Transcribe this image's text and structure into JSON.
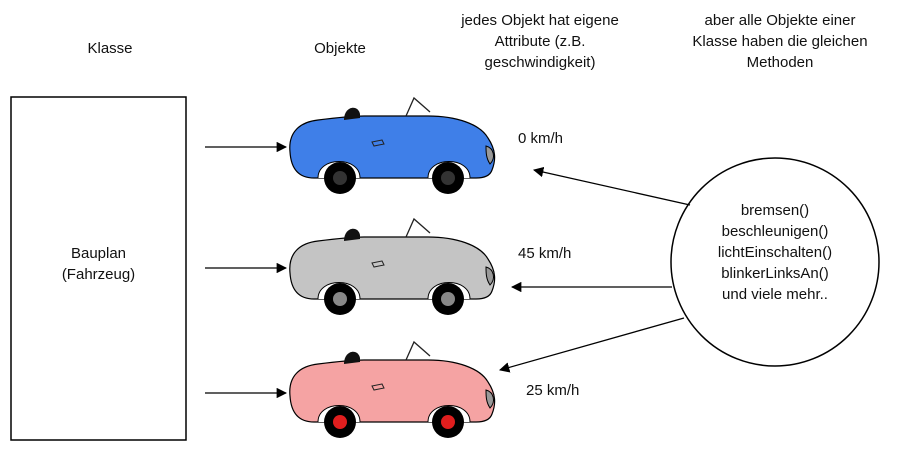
{
  "headers": {
    "klasse": "Klasse",
    "objekte": "Objekte",
    "attribute": [
      "jedes Objekt hat eigene",
      "Attribute (z.B.",
      "geschwindigkeit)"
    ],
    "methoden": [
      "aber alle Objekte einer",
      "Klasse haben die gleichen",
      "Methoden"
    ]
  },
  "class_box": {
    "lines": [
      "Bauplan",
      "(Fahrzeug)"
    ]
  },
  "cars": [
    {
      "speed": "0 km/h",
      "color": "#3f7fe8",
      "hub": "#333333"
    },
    {
      "speed": "45 km/h",
      "color": "#c4c4c4",
      "hub": "#888888"
    },
    {
      "speed": "25 km/h",
      "color": "#f5a3a3",
      "hub": "#e01e1e"
    }
  ],
  "methods": [
    "bremsen()",
    "beschleunigen()",
    "lichtEinschalten()",
    "blinkerLinksAn()",
    "und viele mehr.."
  ]
}
